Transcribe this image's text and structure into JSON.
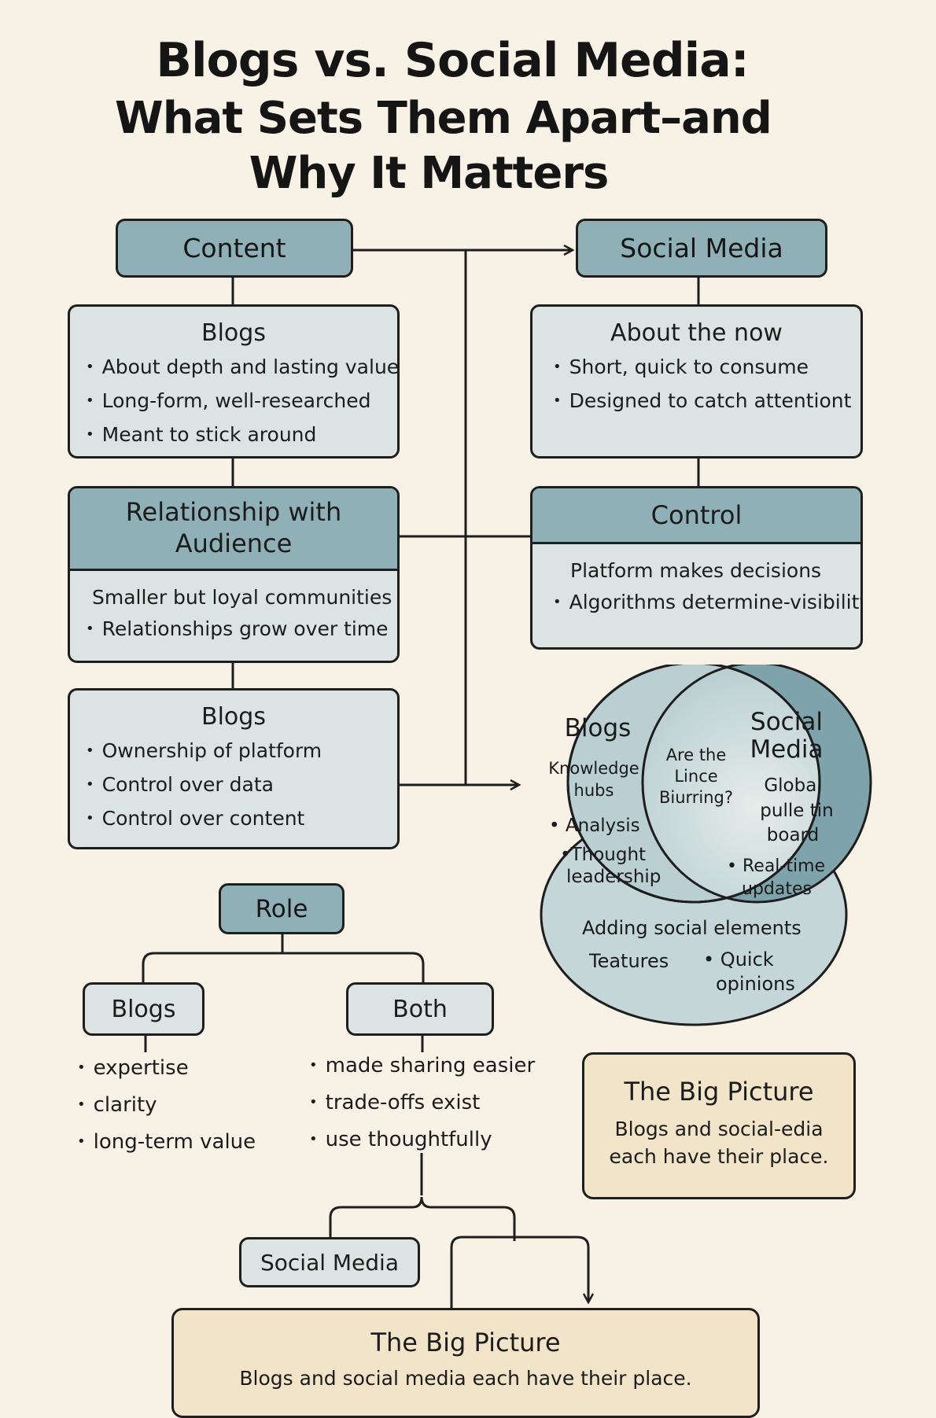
{
  "title": {
    "line1": "Blogs vs. Social Media:",
    "line2": "What Sets Them Apart–and",
    "line3": "Why It Matters"
  },
  "content_header": "Content",
  "social_media_header": "Social Media",
  "blogs_content": {
    "title": "Blogs",
    "items": [
      "About depth and lasting value",
      "Long-form, well-researched",
      "Meant to stick around"
    ]
  },
  "social_content": {
    "title": "About the now",
    "items": [
      "Short, quick to consume",
      "Designed to catch attentiont"
    ]
  },
  "relationship": {
    "title_line1": "Relationship with",
    "title_line2": "Audience",
    "lead": "Smaller but loyal communities",
    "items": [
      "Relationships grow over time"
    ]
  },
  "control": {
    "title": "Control",
    "lead": "Platform makes decisions",
    "items": [
      "Algorithms determine-visibility"
    ]
  },
  "blogs_ownership": {
    "title": "Blogs",
    "items": [
      "Ownership of platform",
      "Control over data",
      "Control over content"
    ]
  },
  "venn": {
    "left_title": "Blogs",
    "left_sub": [
      "Knowledge",
      "hubs"
    ],
    "left_items": [
      "Analysis",
      "Thought",
      "leadership"
    ],
    "center": [
      "Are the",
      "Lince",
      "Biurring?"
    ],
    "right_title": [
      "Social",
      "Media"
    ],
    "right_sub": [
      "Global",
      "pulle tin",
      "board"
    ],
    "right_items": [
      "Real-time",
      "updates"
    ],
    "bottom_title": "Adding social elements",
    "bottom_left": "Teatures",
    "bottom_right": [
      "Quick",
      "opinions"
    ]
  },
  "role": {
    "header": "Role",
    "blogs_label": "Blogs",
    "both_label": "Both",
    "blogs_items": [
      "expertise",
      "clarity",
      "long-term value"
    ],
    "both_items": [
      "made sharing easier",
      "trade-offs exist",
      "use thoughtfully"
    ],
    "social_label": "Social Media"
  },
  "big_picture_small": {
    "title": "The Big Picture",
    "line1": "Blogs and social-edia",
    "line2": "each have their place."
  },
  "big_picture_bottom": {
    "title": "The Big Picture",
    "text": "Blogs and social media each have their place."
  },
  "colors": {
    "background": "#f8f2e6",
    "header_teal": "#8fb0b6",
    "card_light": "#dbe4e2",
    "venn_right": "#7fa3ab",
    "venn_left": "#b9cfd2",
    "big_picture": "#f1e4c9",
    "stroke": "#1e1e1e"
  }
}
